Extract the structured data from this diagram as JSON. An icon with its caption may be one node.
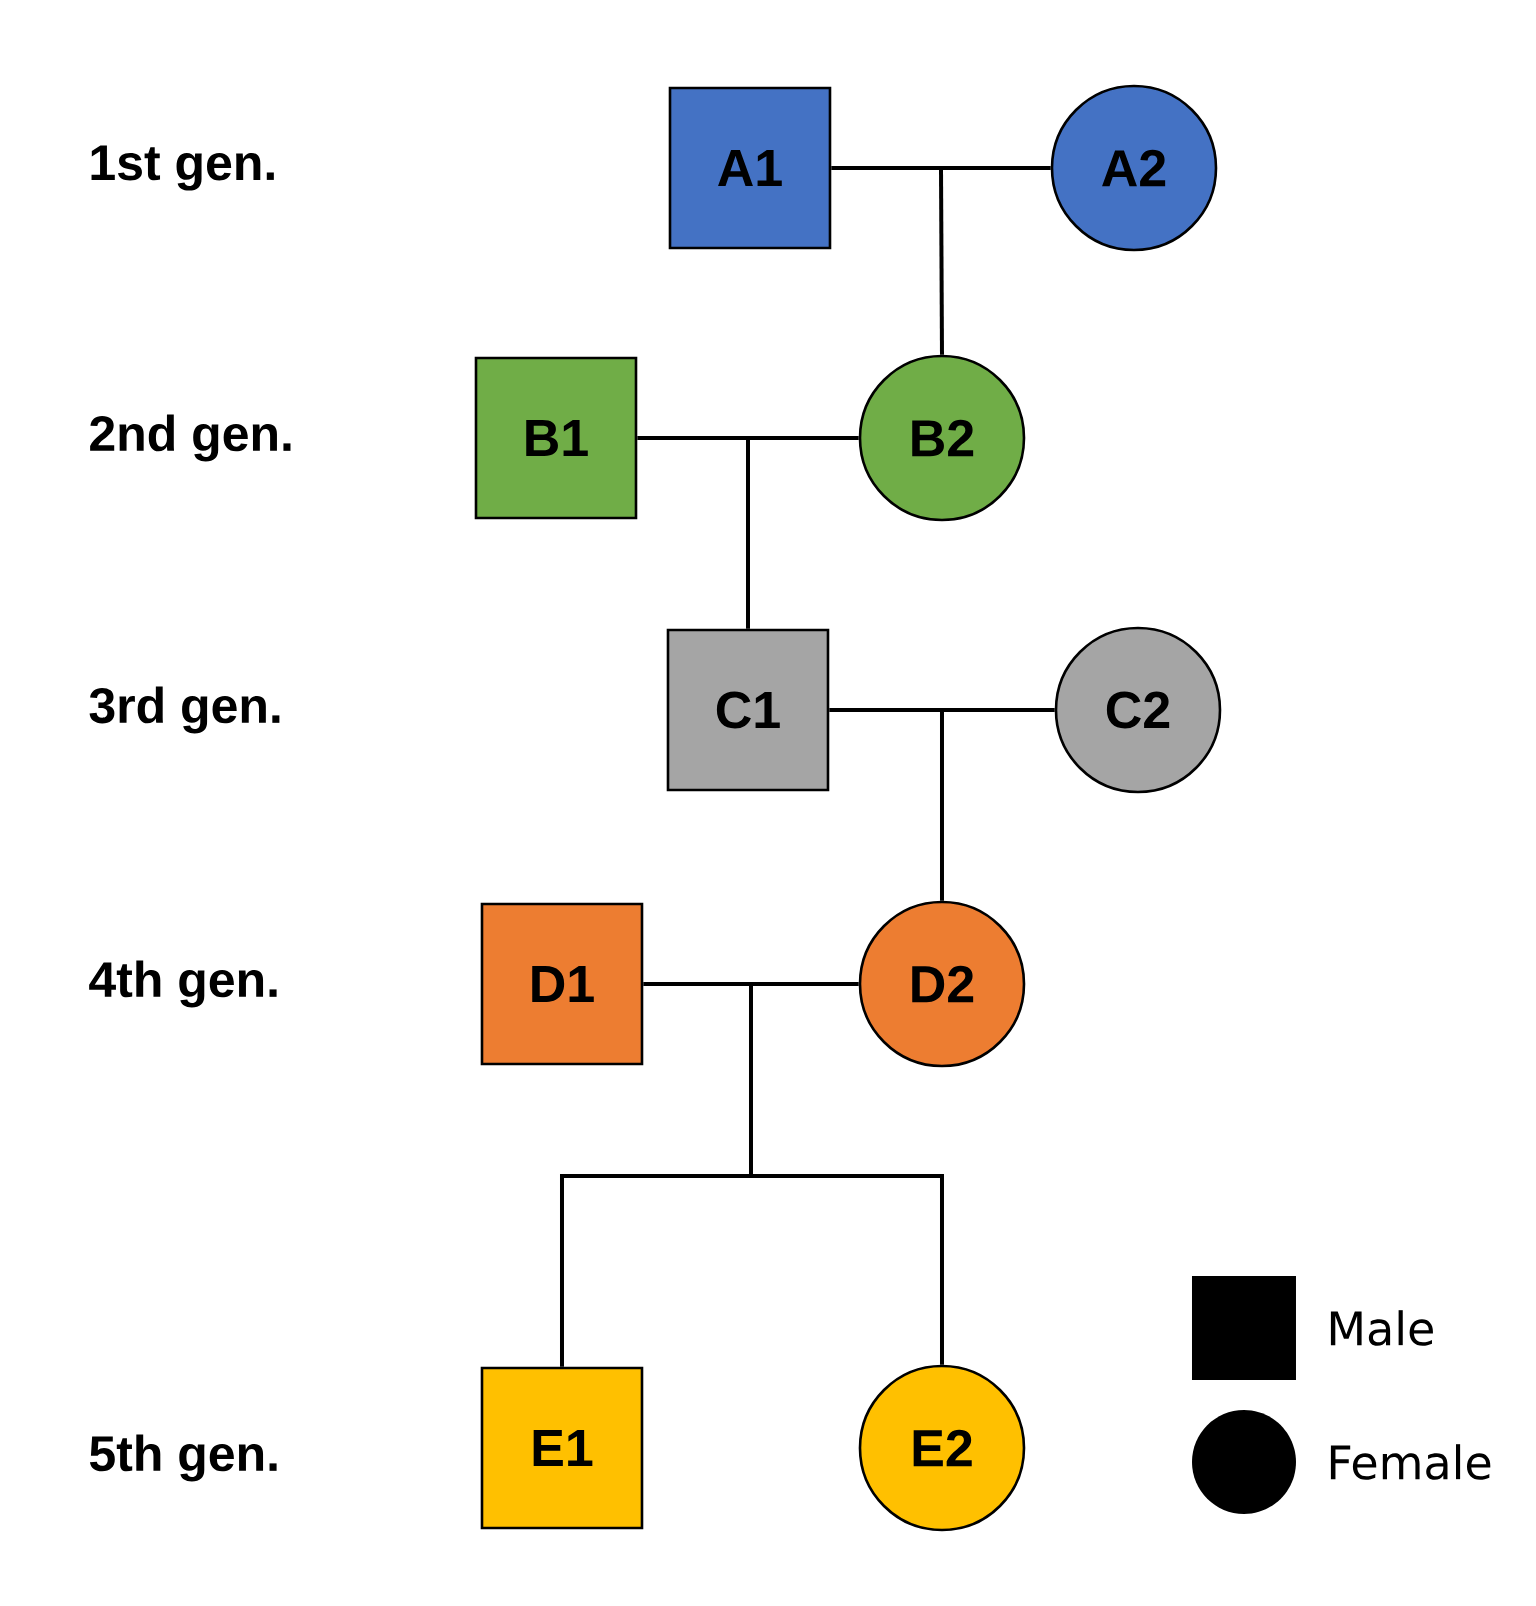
{
  "diagram": {
    "nodes": [
      {
        "text": [
          "A1"
        ]
      },
      {
        "text": [
          "A2"
        ]
      },
      {
        "text": [
          "B1"
        ]
      },
      {
        "text": [
          "B2"
        ]
      },
      {
        "text": [
          "C1"
        ]
      },
      {
        "text": [
          "C2"
        ]
      },
      {
        "text": [
          "D1"
        ]
      },
      {
        "text": [
          "D2"
        ]
      },
      {
        "text": [
          "E1"
        ]
      },
      {
        "text": [
          "E2"
        ]
      }
    ],
    "edges": [
      {
        "from": 0,
        "to": 1,
        "arrow": "none"
      },
      {
        "from": 0,
        "to": 3,
        "arrow": "none"
      },
      {
        "from": 1,
        "to": 3,
        "arrow": "none"
      },
      {
        "from": 2,
        "to": 3,
        "arrow": "none"
      },
      {
        "from": 2,
        "to": 4,
        "arrow": "none"
      },
      {
        "from": 3,
        "to": 4,
        "arrow": "none"
      },
      {
        "from": 4,
        "to": 5,
        "arrow": "none"
      },
      {
        "from": 4,
        "to": 7,
        "arrow": "none"
      },
      {
        "from": 5,
        "to": 7,
        "arrow": "none"
      },
      {
        "from": 6,
        "to": 7,
        "arrow": "none"
      },
      {
        "from": 6,
        "to": 8,
        "arrow": "none"
      },
      {
        "from": 6,
        "to": 9,
        "arrow": "none"
      },
      {
        "from": 7,
        "to": 8,
        "arrow": "none"
      },
      {
        "from": 7,
        "to": 9,
        "arrow": "none"
      }
    ],
    "labels": [
      "1st gen.",
      "2nd gen.",
      "3rd gen.",
      "4th gen.",
      "5th gen."
    ],
    "legend": [
      {
        "text": "Male"
      },
      {
        "text": "Female"
      }
    ]
  }
}
